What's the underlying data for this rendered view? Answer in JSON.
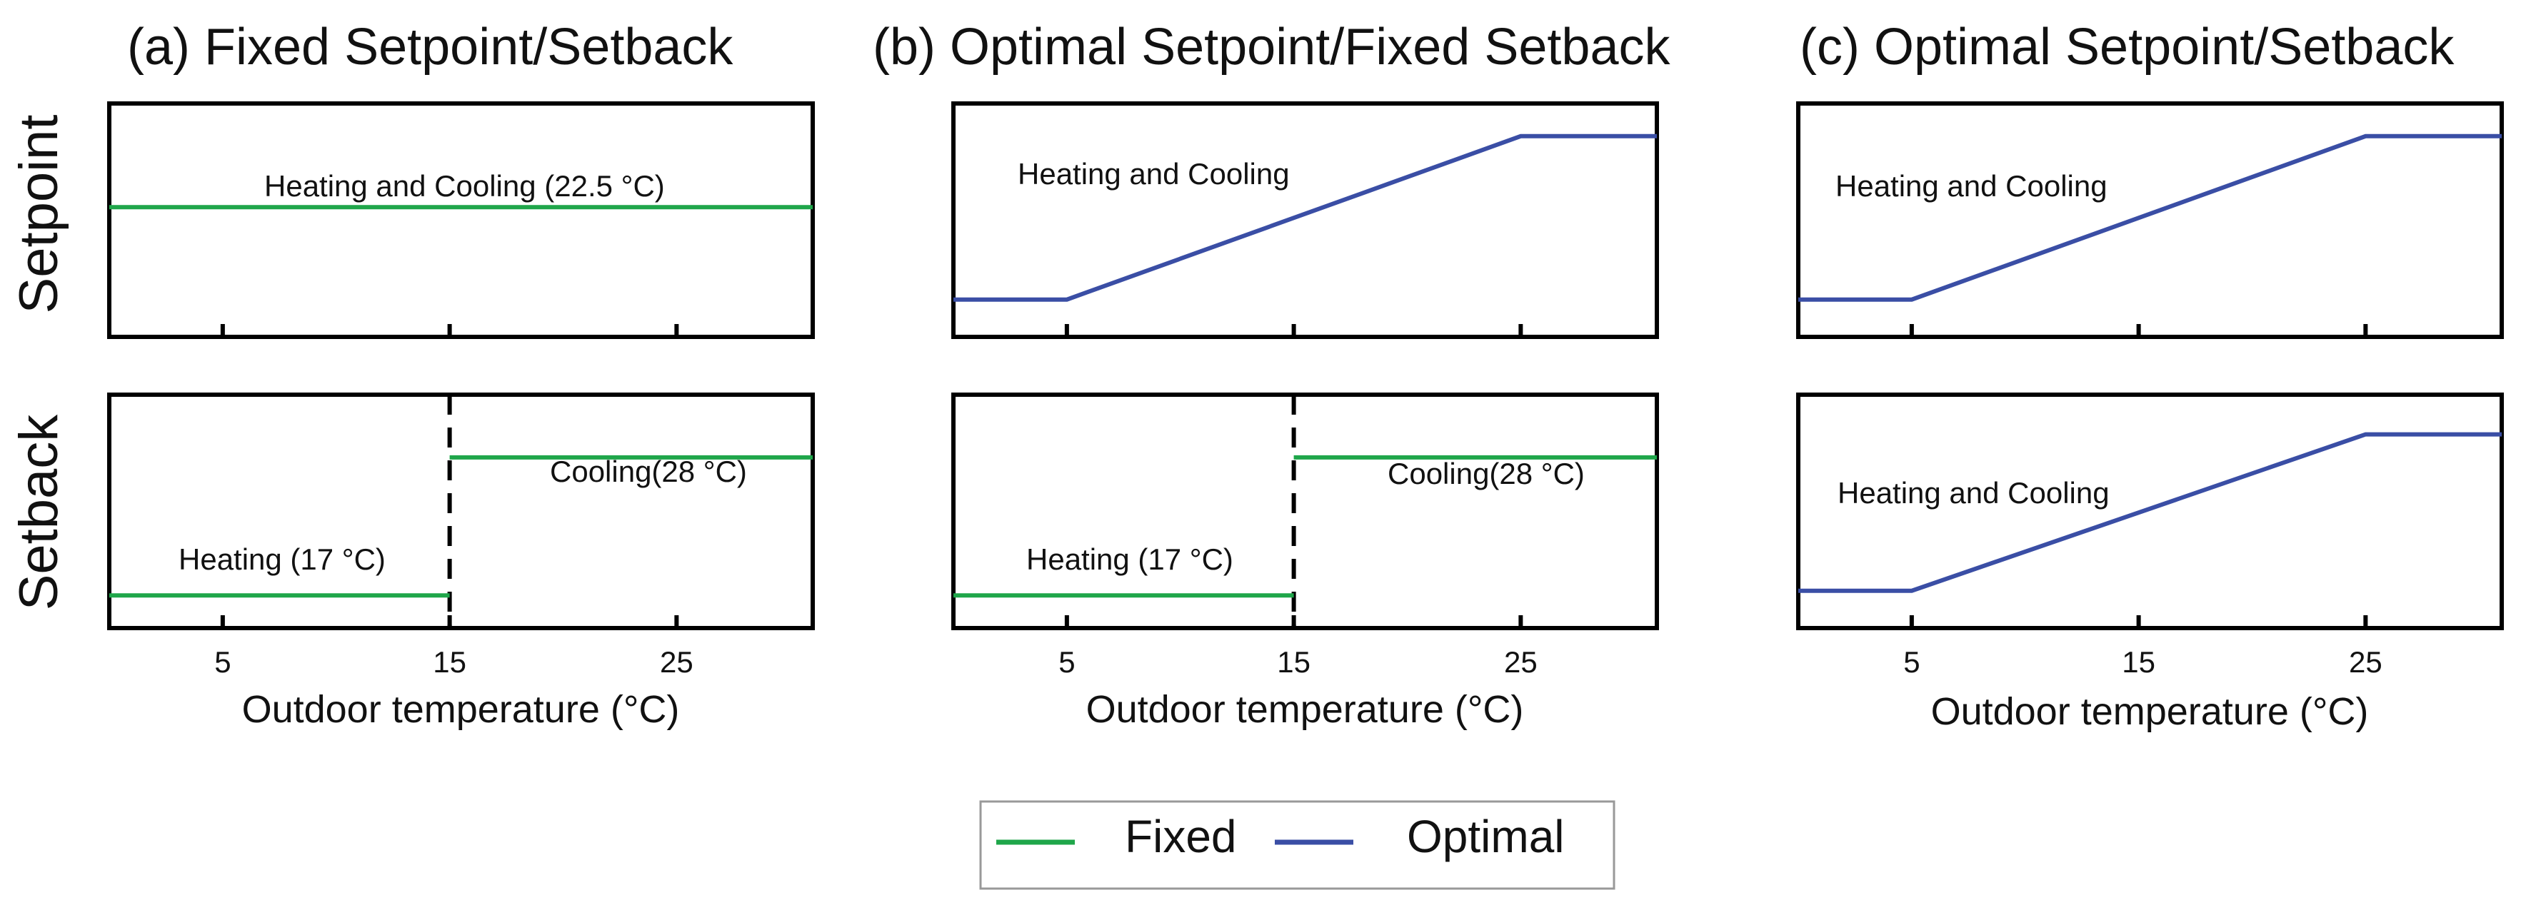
{
  "row_labels": {
    "setpoint": "Setpoint",
    "setback": "Setback"
  },
  "colors": {
    "fixed": "#1fa64a",
    "optimal": "#3a4ea5"
  },
  "legend": {
    "fixed_label": "Fixed",
    "optimal_label": "Optimal"
  },
  "x_axis": {
    "min": 0,
    "max": 31,
    "ticks": [
      5,
      15,
      25
    ],
    "tick_labels": [
      "5",
      "15",
      "25"
    ],
    "label": "Outdoor temperature (°C)"
  },
  "panels": [
    {
      "id": "a",
      "title": "(a) Fixed Setpoint/Setback",
      "setpoint": {
        "series": [
          {
            "style": "fixed",
            "points": [
              [
                0,
                22.5
              ],
              [
                31,
                22.5
              ]
            ]
          }
        ],
        "labels": [
          {
            "text": "Heating and Cooling (22.5 °C)"
          }
        ]
      },
      "setback": {
        "divider_x": 15,
        "series": [
          {
            "style": "fixed",
            "points": [
              [
                0,
                17
              ],
              [
                15,
                17
              ]
            ]
          },
          {
            "style": "fixed",
            "points": [
              [
                15,
                28
              ],
              [
                31,
                28
              ]
            ]
          }
        ],
        "labels": [
          {
            "text": "Heating (17 °C)"
          },
          {
            "text": "Cooling(28 °C)"
          }
        ]
      }
    },
    {
      "id": "b",
      "title": "(b) Optimal Setpoint/Fixed Setback",
      "setpoint": {
        "series": [
          {
            "style": "optimal",
            "points": [
              [
                0,
                0.16
              ],
              [
                5,
                0.16
              ],
              [
                25,
                0.86
              ],
              [
                31,
                0.86
              ]
            ]
          }
        ],
        "labels": [
          {
            "text": "Heating and Cooling"
          }
        ]
      },
      "setback": {
        "divider_x": 15,
        "series": [
          {
            "style": "fixed",
            "points": [
              [
                0,
                17
              ],
              [
                15,
                17
              ]
            ]
          },
          {
            "style": "fixed",
            "points": [
              [
                15,
                28
              ],
              [
                31,
                28
              ]
            ]
          }
        ],
        "labels": [
          {
            "text": "Heating (17 °C)"
          },
          {
            "text": "Cooling(28 °C)"
          }
        ]
      }
    },
    {
      "id": "c",
      "title": "(c) Optimal Setpoint/Setback",
      "setpoint": {
        "series": [
          {
            "style": "optimal",
            "points": [
              [
                0,
                0.16
              ],
              [
                5,
                0.16
              ],
              [
                25,
                0.86
              ],
              [
                31,
                0.86
              ]
            ]
          }
        ],
        "labels": [
          {
            "text": "Heating and Cooling"
          }
        ]
      },
      "setback": {
        "series": [
          {
            "style": "optimal",
            "points": [
              [
                0,
                0.16
              ],
              [
                5,
                0.16
              ],
              [
                25,
                0.83
              ],
              [
                31,
                0.83
              ]
            ]
          }
        ],
        "labels": [
          {
            "text": "Heating and Cooling"
          }
        ]
      }
    }
  ]
}
